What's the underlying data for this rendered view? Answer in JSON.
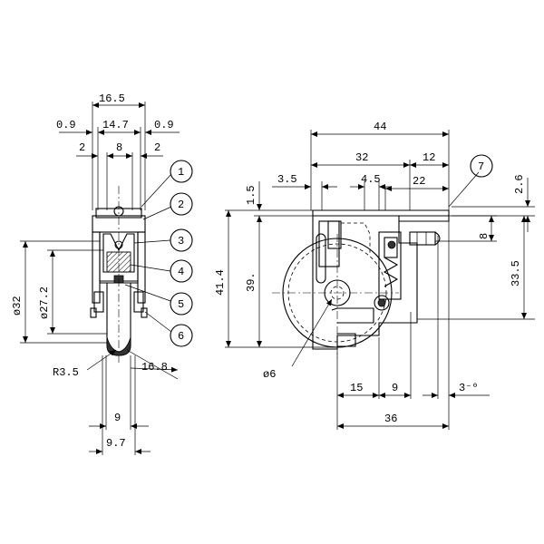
{
  "front_view": {
    "dims": {
      "overall_width": "16.5",
      "wall_left": "0.9",
      "inner_width": "14.7",
      "wall_right": "0.9",
      "gap_left": "2",
      "core_width": "8",
      "gap_right": "2",
      "outer_diameter": "ø32",
      "inner_diameter": "ø27.2",
      "edge_radius": "R3.5",
      "angle_dim": "16.8",
      "wheel_width": "9",
      "bottom_width": "9.7"
    }
  },
  "side_view": {
    "dims": {
      "overall_length": "44",
      "length_32": "32",
      "length_12": "12",
      "length_3_5": "3.5",
      "length_4_5": "4.5",
      "length_22": "22",
      "height_1_5": "1.5",
      "height_41_4": "41.4",
      "height_39": "39.",
      "height_33_5": "33.5",
      "height_2_6": "2.6",
      "height_8": "8",
      "length_15": "15",
      "length_9": "9",
      "length_3": "3⁻⁰",
      "length_36": "36",
      "hole_diameter": "ø6"
    }
  },
  "callouts": [
    "1",
    "2",
    "3",
    "4",
    "5",
    "6",
    "7"
  ]
}
